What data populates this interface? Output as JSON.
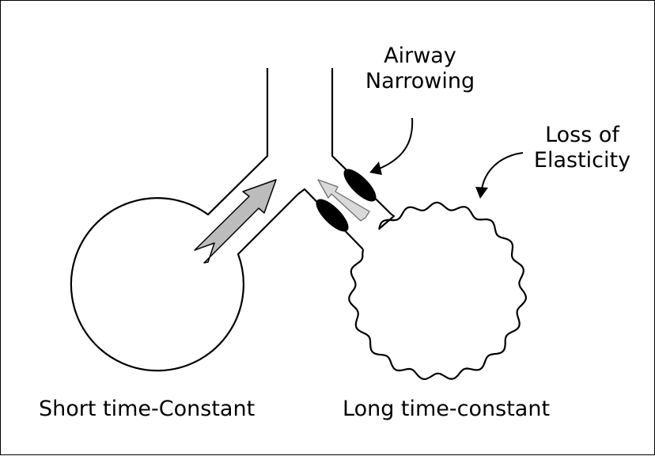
{
  "labels": {
    "airway_line1": "Airway",
    "airway_line2": "Narrowing",
    "elastic_line1": "Loss of",
    "elastic_line2": "Elasticity",
    "short": "Short time-Constant",
    "long": "Long time-constant"
  },
  "colors": {
    "stroke": "#000000",
    "arrow_dark": "#bcbcbc",
    "arrow_light": "#d9d9d9",
    "narrowing": "#000000"
  }
}
